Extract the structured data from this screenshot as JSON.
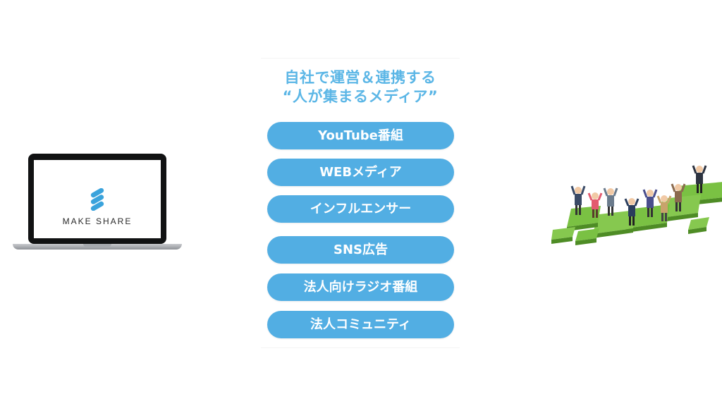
{
  "panel": {
    "headline_line1": "自社で運営＆連携する",
    "headline_line2": "“人が集まるメディア”",
    "items": [
      "YouTube番組",
      "WEBメディア",
      "インフルエンサー",
      "SNS広告",
      "法人向けラジオ番組",
      "法人コミュニティ"
    ]
  },
  "laptop": {
    "brand": "MAKE SHARE",
    "brand_color": "#3aa3dc"
  },
  "colors": {
    "accent": "#52aee3",
    "headline": "#5bb6e6",
    "map_green": "#7ac143"
  },
  "icons": [
    "make-share-logo-icon",
    "laptop-icon",
    "japan-map-people-icon"
  ]
}
